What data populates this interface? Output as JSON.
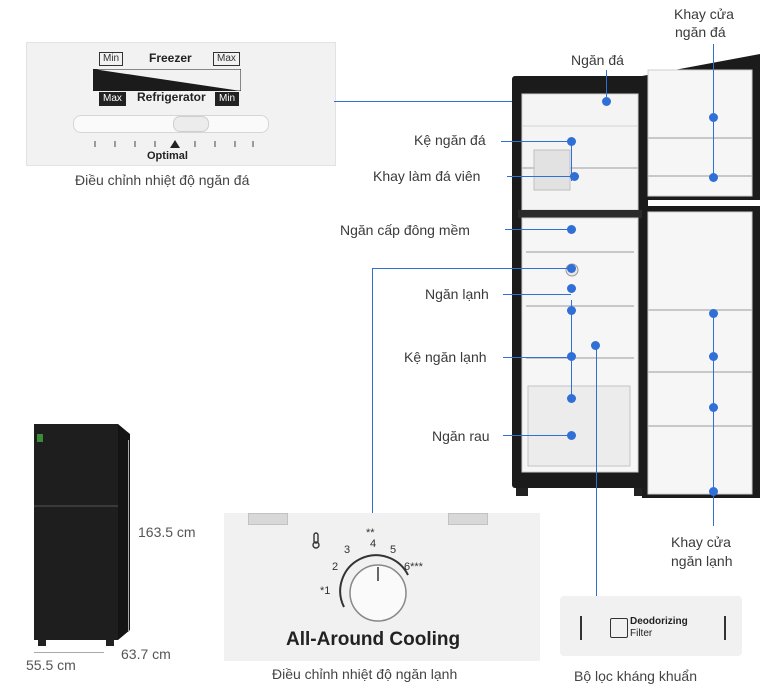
{
  "freezer_panel": {
    "min_top": "Min",
    "freezer": "Freezer",
    "max_top": "Max",
    "max_bottom": "Max",
    "refrigerator": "Refrigerator",
    "min_bottom": "Min",
    "optimal": "Optimal",
    "caption": "Điều chỉnh nhiệt độ ngăn đá"
  },
  "fridge_labels": {
    "ngan_da": "Ngăn đá",
    "khay_cua_ngan_da": [
      "Khay cửa",
      "ngăn đá"
    ],
    "ke_ngan_da": "Kệ ngăn đá",
    "khay_lam_da": "Khay làm đá viên",
    "ngan_cap_dong": "Ngăn cấp đông mềm",
    "ngan_lanh": "Ngăn lạnh",
    "ke_ngan_lanh": "Kệ ngăn lạnh",
    "ngan_rau": "Ngăn rau",
    "khay_cua_ngan_lanh": [
      "Khay cửa",
      "ngăn lạnh"
    ]
  },
  "dimensions": {
    "height": "163.5 cm",
    "width": "55.5 cm",
    "depth": "63.7 cm"
  },
  "dial_panel": {
    "title": "All-Around Cooling",
    "marks": [
      "*1",
      "2",
      "3",
      "**",
      "4",
      "5",
      "6***"
    ],
    "caption": "Điều chỉnh nhiệt độ ngăn lạnh"
  },
  "filter_panel": {
    "line1": "Deodorizing",
    "line2": "Filter",
    "caption": "Bộ lọc kháng khuẩn"
  },
  "colors": {
    "accent": "#2f6fd6",
    "fridge_body": "#1b1b1b",
    "interior": "#f4f4f4"
  }
}
